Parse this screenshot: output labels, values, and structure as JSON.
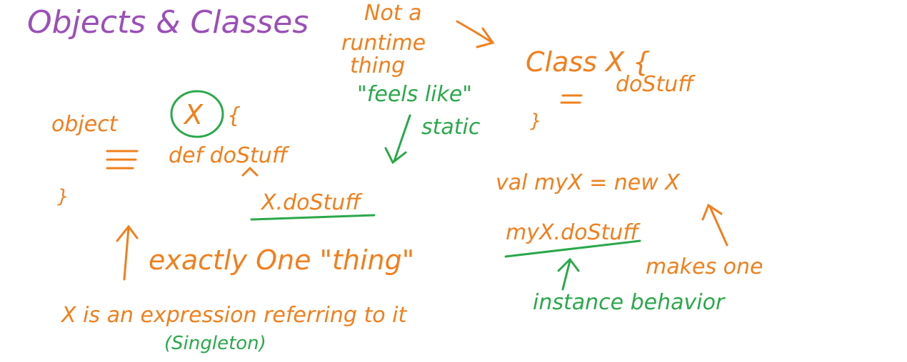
{
  "colors": {
    "purple": "#9b4fb8",
    "orange": "#f07f1c",
    "green": "#2aa84a"
  },
  "title": "Objects & Classes",
  "notes": {
    "object_label": "object",
    "object_name": "X",
    "object_open_brace": "{",
    "object_close_brace": "}",
    "def_line": "def doStuff",
    "call_x": "X.doStuff",
    "exactly_one": "exactly One \"thing\"",
    "x_expression": "X is an expression referring to it",
    "singleton": "(Singleton)",
    "not_runtime_line1": "Not a",
    "not_runtime_line2": "runtime",
    "not_runtime_line3": "thing",
    "feels_like_line1": "\"feels like\"",
    "feels_like_line2": "static",
    "class_header": "Class X {",
    "class_body": "doStuff",
    "class_close": "}",
    "val_line": "val myX = new X",
    "myx_call": "myX.doStuff",
    "makes_one": "makes one",
    "instance_behavior": "instance behavior"
  }
}
